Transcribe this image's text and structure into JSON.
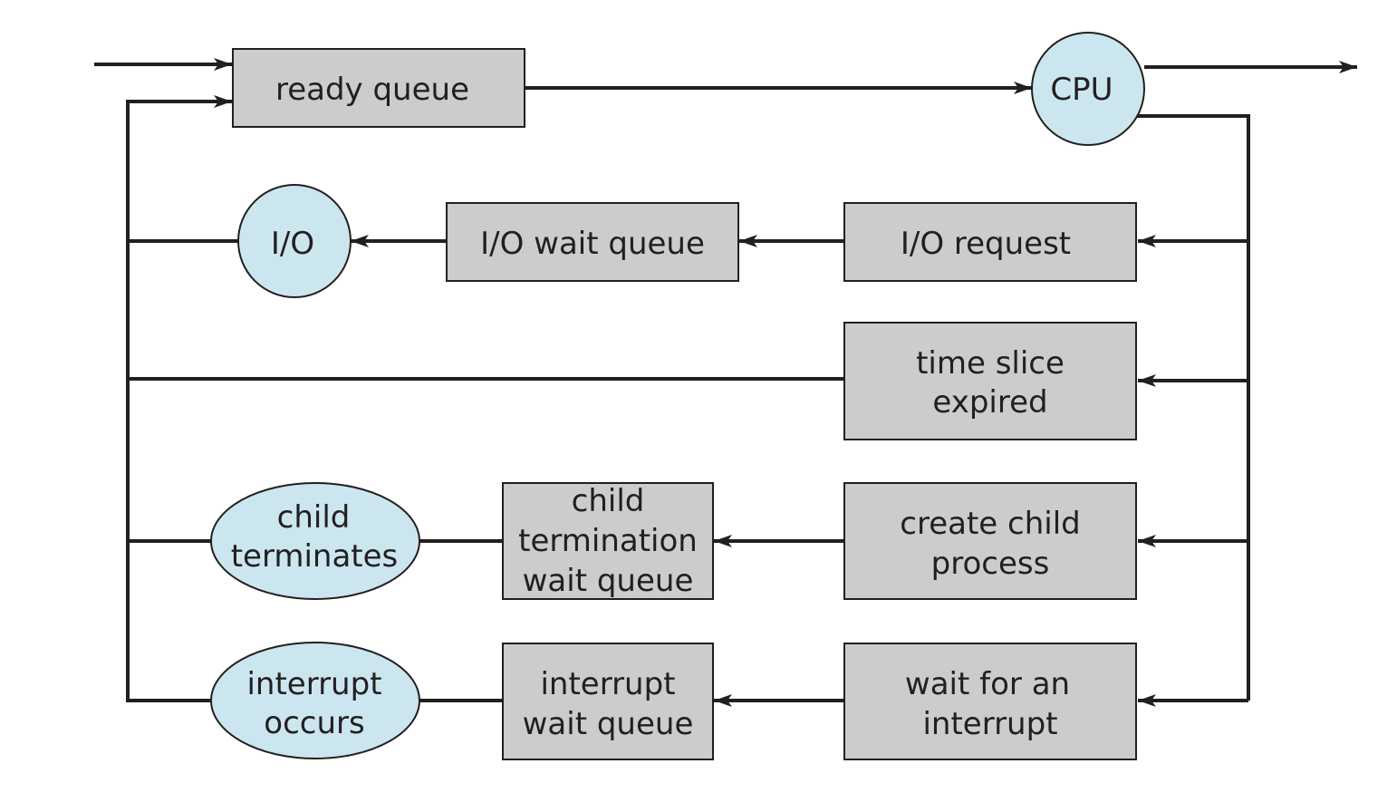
{
  "colors": {
    "box_fill": "#cccccc",
    "node_fill": "#cce6f0",
    "line": "#231f20",
    "background": "#ffffff"
  },
  "nodes": {
    "ready_queue": {
      "kind": "box",
      "lines": [
        "ready queue"
      ]
    },
    "cpu": {
      "kind": "circle",
      "lines": [
        "CPU"
      ]
    },
    "io": {
      "kind": "circle",
      "lines": [
        "I/O"
      ]
    },
    "io_wait_queue": {
      "kind": "box",
      "lines": [
        "I/O wait queue"
      ]
    },
    "io_request": {
      "kind": "box",
      "lines": [
        "I/O request"
      ]
    },
    "time_slice_expired": {
      "kind": "box",
      "lines": [
        "time slice",
        "expired"
      ]
    },
    "child_terminates": {
      "kind": "ellipse",
      "lines": [
        "child",
        "terminates"
      ]
    },
    "child_termination_wait_queue": {
      "kind": "box",
      "lines": [
        "child",
        "termination",
        "wait queue"
      ]
    },
    "create_child_process": {
      "kind": "box",
      "lines": [
        "create child",
        "process"
      ]
    },
    "interrupt_occurs": {
      "kind": "ellipse",
      "lines": [
        "interrupt",
        "occurs"
      ]
    },
    "interrupt_wait_queue": {
      "kind": "box",
      "lines": [
        "interrupt",
        "wait queue"
      ]
    },
    "wait_for_an_interrupt": {
      "kind": "box",
      "lines": [
        "wait for an",
        "interrupt"
      ]
    }
  }
}
